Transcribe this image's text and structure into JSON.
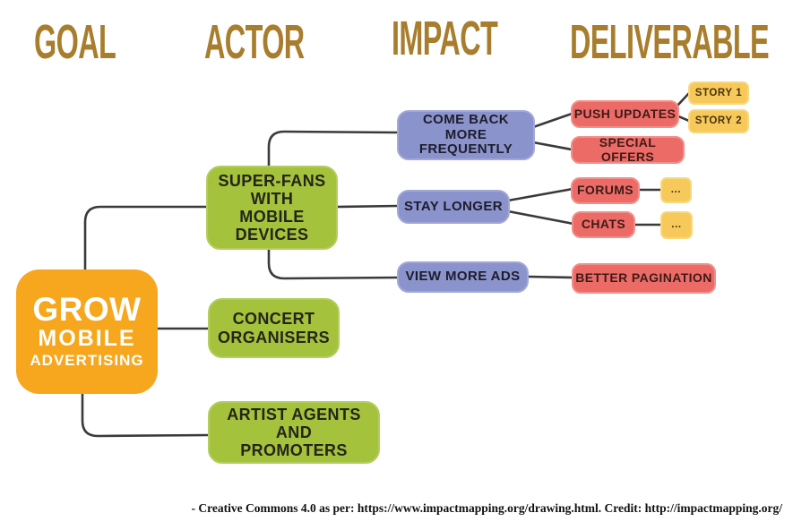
{
  "headers": [
    {
      "label": "GOAL"
    },
    {
      "label": "ACTOR"
    },
    {
      "label": "IMPACT"
    },
    {
      "label": "DELIVERABLE"
    }
  ],
  "goal": {
    "line1": "GROW",
    "line2": "MOBILE",
    "line3": "ADVERTISING"
  },
  "actors": [
    {
      "label": "SUPER-FANS WITH MOBILE DEVICES"
    },
    {
      "label": "CONCERT ORGANISERS"
    },
    {
      "label": "ARTIST AGENTS AND PROMOTERS"
    }
  ],
  "impacts": [
    {
      "label": "COME BACK MORE FREQUENTLY"
    },
    {
      "label": "STAY LONGER"
    },
    {
      "label": "VIEW MORE ADS"
    }
  ],
  "deliverables": [
    {
      "label": "PUSH UPDATES"
    },
    {
      "label": "SPECIAL OFFERS"
    },
    {
      "label": "FORUMS"
    },
    {
      "label": "CHATS"
    },
    {
      "label": "BETTER PAGINATION"
    }
  ],
  "stories": [
    {
      "label": "STORY 1"
    },
    {
      "label": "STORY 2"
    },
    {
      "label": "..."
    },
    {
      "label": "..."
    }
  ],
  "connections": [
    {
      "from": "GROW MOBILE ADVERTISING",
      "to": "SUPER-FANS WITH MOBILE DEVICES"
    },
    {
      "from": "GROW MOBILE ADVERTISING",
      "to": "CONCERT ORGANISERS"
    },
    {
      "from": "GROW MOBILE ADVERTISING",
      "to": "ARTIST AGENTS AND PROMOTERS"
    },
    {
      "from": "SUPER-FANS WITH MOBILE DEVICES",
      "to": "COME BACK MORE FREQUENTLY"
    },
    {
      "from": "SUPER-FANS WITH MOBILE DEVICES",
      "to": "STAY LONGER"
    },
    {
      "from": "SUPER-FANS WITH MOBILE DEVICES",
      "to": "VIEW MORE ADS"
    },
    {
      "from": "COME BACK MORE FREQUENTLY",
      "to": "PUSH UPDATES"
    },
    {
      "from": "COME BACK MORE FREQUENTLY",
      "to": "SPECIAL OFFERS"
    },
    {
      "from": "PUSH UPDATES",
      "to": "STORY 1"
    },
    {
      "from": "PUSH UPDATES",
      "to": "STORY 2"
    },
    {
      "from": "STAY LONGER",
      "to": "FORUMS"
    },
    {
      "from": "STAY LONGER",
      "to": "CHATS"
    },
    {
      "from": "FORUMS",
      "to": "..."
    },
    {
      "from": "CHATS",
      "to": "..."
    },
    {
      "from": "VIEW MORE ADS",
      "to": "BETTER PAGINATION"
    }
  ],
  "colors": {
    "header_text": "#a87e2e",
    "goal_box": "#f6a71e",
    "actor_box": "#a4c23c",
    "impact_box": "#8b93cc",
    "deliverable_box": "#ed6b66",
    "story_box": "#f6c95a",
    "connector_line": "#3a3a3a"
  },
  "attribution": "- Creative Commons 4.0 as per: https://www.impactmapping.org/drawing.html. Credit: http://impactmapping.org/"
}
